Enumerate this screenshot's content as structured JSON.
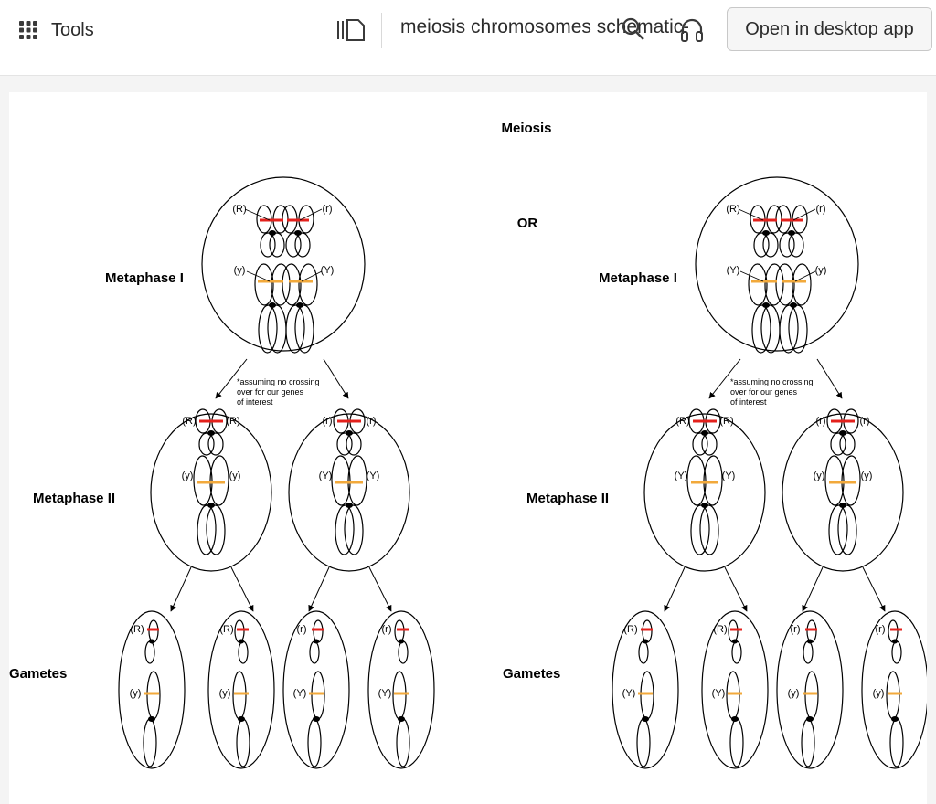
{
  "toolbar": {
    "tools_label": "Tools",
    "doc_title": "meiosis chromosomes schematic-2",
    "open_desktop_label": "Open in desktop app",
    "icons": [
      "grid-icon",
      "panel-icon",
      "search-icon",
      "headphones-icon"
    ]
  },
  "diagram": {
    "title": "Meiosis",
    "or_label": "OR",
    "metaphase_one": "Metaphase I",
    "metaphase_two": "Metaphase II",
    "gametes": "Gametes",
    "note_lines": [
      "*assuming no crossing",
      "over for our genes",
      "of interest"
    ],
    "left": {
      "m1": {
        "top_left": "(R)",
        "top_right": "(r)",
        "mid_left": "(y)",
        "mid_right": "(Y)"
      },
      "m2a": {
        "top_left": "(R)",
        "top_right": "(R)",
        "mid_left": "(y)",
        "mid_right": "(y)"
      },
      "m2b": {
        "top_left": "(r)",
        "top_right": "(r)",
        "mid_left": "(Y)",
        "mid_right": "(Y)"
      },
      "gametes": [
        {
          "top": "(R)",
          "mid": "(y)"
        },
        {
          "top": "(R)",
          "mid": "(y)"
        },
        {
          "top": "(r)",
          "mid": "(Y)"
        },
        {
          "top": "(r)",
          "mid": "(Y)"
        }
      ]
    },
    "right": {
      "m1": {
        "top_left": "(R)",
        "top_right": "(r)",
        "mid_left": "(Y)",
        "mid_right": "(y)"
      },
      "m2a": {
        "top_left": "(R)",
        "top_right": "(R)",
        "mid_left": "(Y)",
        "mid_right": "(Y)"
      },
      "m2b": {
        "top_left": "(r)",
        "top_right": "(r)",
        "mid_left": "(y)",
        "mid_right": "(y)"
      },
      "gametes": [
        {
          "top": "(R)",
          "mid": "(Y)"
        },
        {
          "top": "(R)",
          "mid": "(Y)"
        },
        {
          "top": "(r)",
          "mid": "(y)"
        },
        {
          "top": "(r)",
          "mid": "(y)"
        }
      ]
    }
  },
  "colors": {
    "allele_r": "#e3211c",
    "allele_y": "#f2a93b"
  }
}
